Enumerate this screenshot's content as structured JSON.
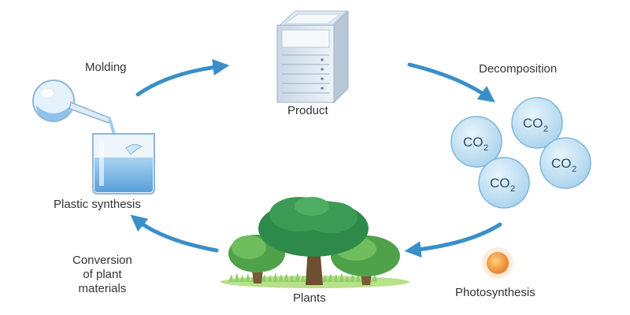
{
  "nodes": {
    "product": "Product",
    "decomposition": "Decomposition",
    "photosynthesis": "Photosynthesis",
    "plants": "Plants",
    "conversion": [
      "Conversion",
      "of plant",
      "materials"
    ],
    "plastic_synthesis": "Plastic synthesis",
    "molding": "Molding"
  },
  "co2": {
    "base": "CO",
    "sub": "2"
  },
  "colors": {
    "arrow": "#3a8fc9",
    "bubble": "#bfdff2",
    "bubble_edge": "#7db6d9",
    "tree_dark": "#2e8a4a",
    "tree_light": "#5fb553",
    "trunk": "#7a5a3a",
    "sun": "#f08a2a",
    "liquid": "#7ab6e6"
  },
  "icons": [
    "server-product-icon",
    "co2-bubbles-icon",
    "sun-icon",
    "trees-icon",
    "beaker-flask-icon",
    "cycle-arrow-icon"
  ]
}
